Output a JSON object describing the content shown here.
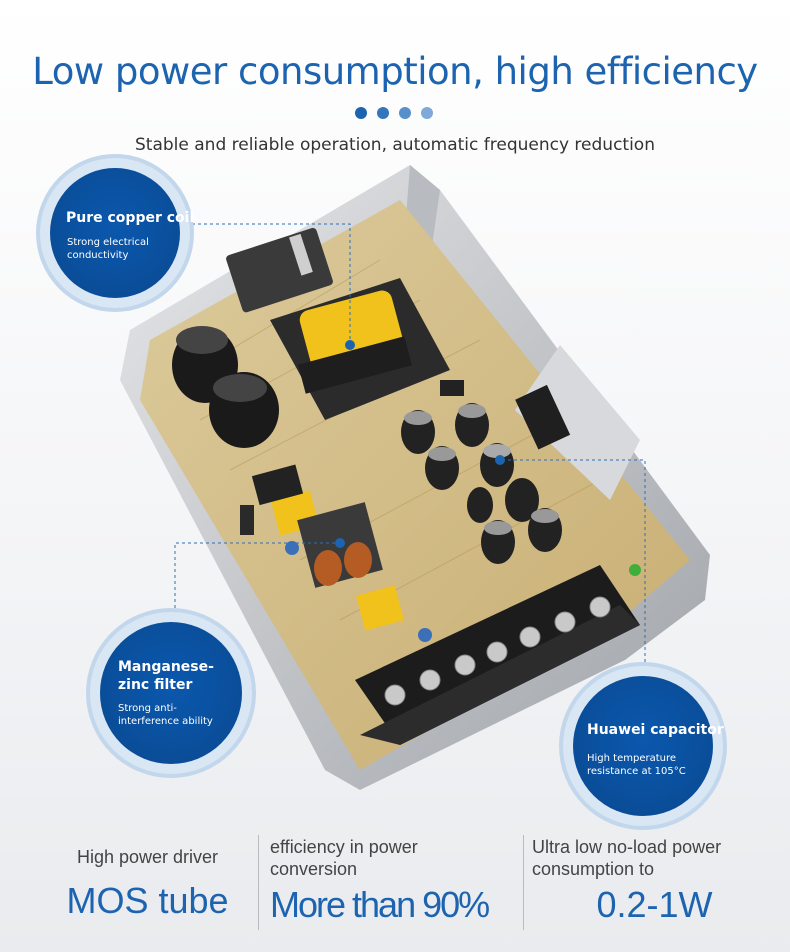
{
  "header": {
    "title": "Low power consumption, high efficiency",
    "subtitle": "Stable and reliable operation, automatic frequency reduction",
    "dot_colors": [
      "#1d64b0",
      "#3476bc",
      "#5890cc",
      "#7fa9d8"
    ]
  },
  "callouts": [
    {
      "title": "Pure copper coil",
      "desc": "Strong electrical conductivity"
    },
    {
      "title": "Manganese-zinc filter",
      "desc": "Strong anti-interference ability"
    },
    {
      "title": "Huawei capacitor",
      "desc": "High temperature resistance at 105°C"
    }
  ],
  "stats": [
    {
      "label": "High power driver",
      "value": "MOS tube"
    },
    {
      "label": "efficiency in power conversion",
      "value": "More than 90%"
    },
    {
      "label": "Ultra low no-load power consumption to",
      "value": "0.2-1W"
    }
  ],
  "colors": {
    "accent": "#1d64b0",
    "badge": "#0a4f9c"
  }
}
